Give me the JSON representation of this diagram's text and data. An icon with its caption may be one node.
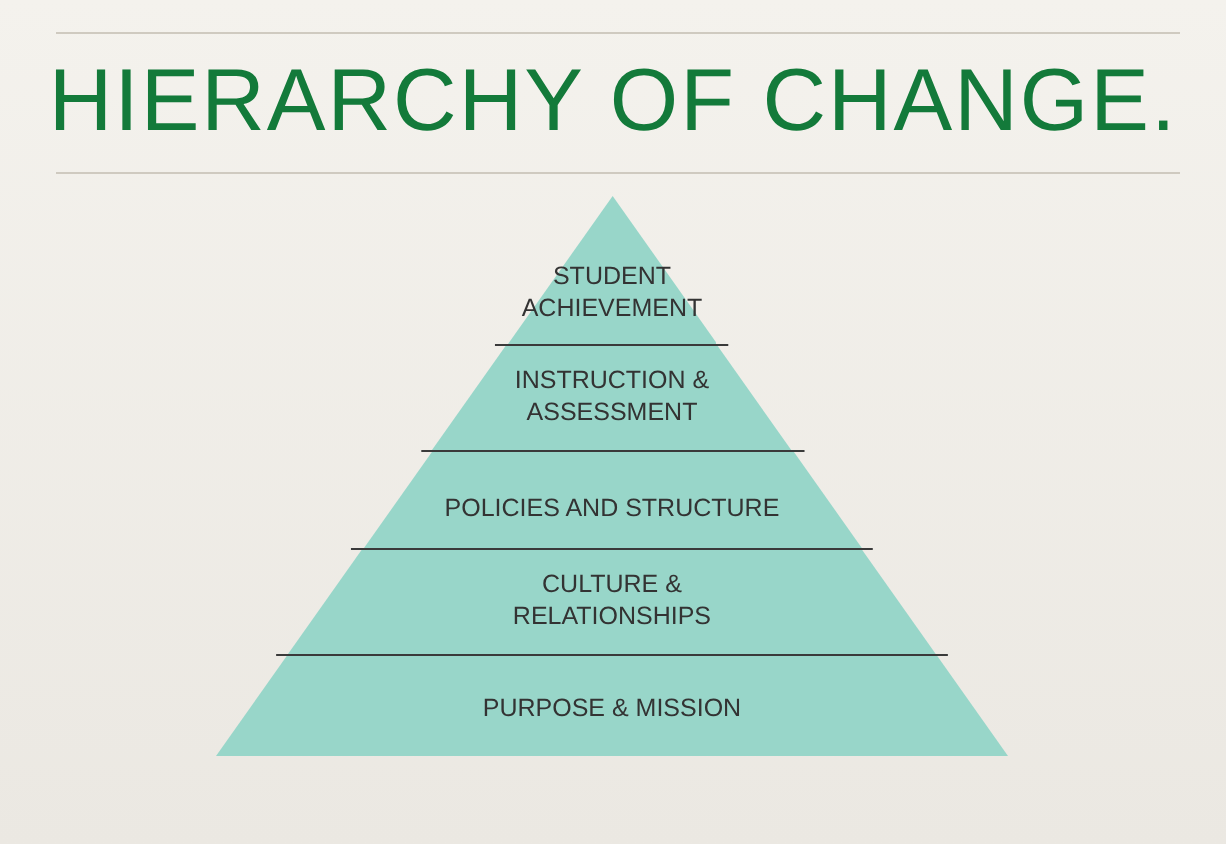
{
  "diagram": {
    "title": "HIERARCHY OF CHANGE.",
    "nodes": [
      {
        "text": [
          "STUDENT ACHIEVEMENT"
        ]
      },
      {
        "text": [
          "INSTRUCTION & ASSESSMENT"
        ]
      },
      {
        "text": [
          "POLICIES AND STRUCTURE"
        ]
      },
      {
        "text": [
          "CULTURE & RELATIONSHIPS"
        ]
      },
      {
        "text": [
          "PURPOSE & MISSION"
        ]
      }
    ]
  }
}
